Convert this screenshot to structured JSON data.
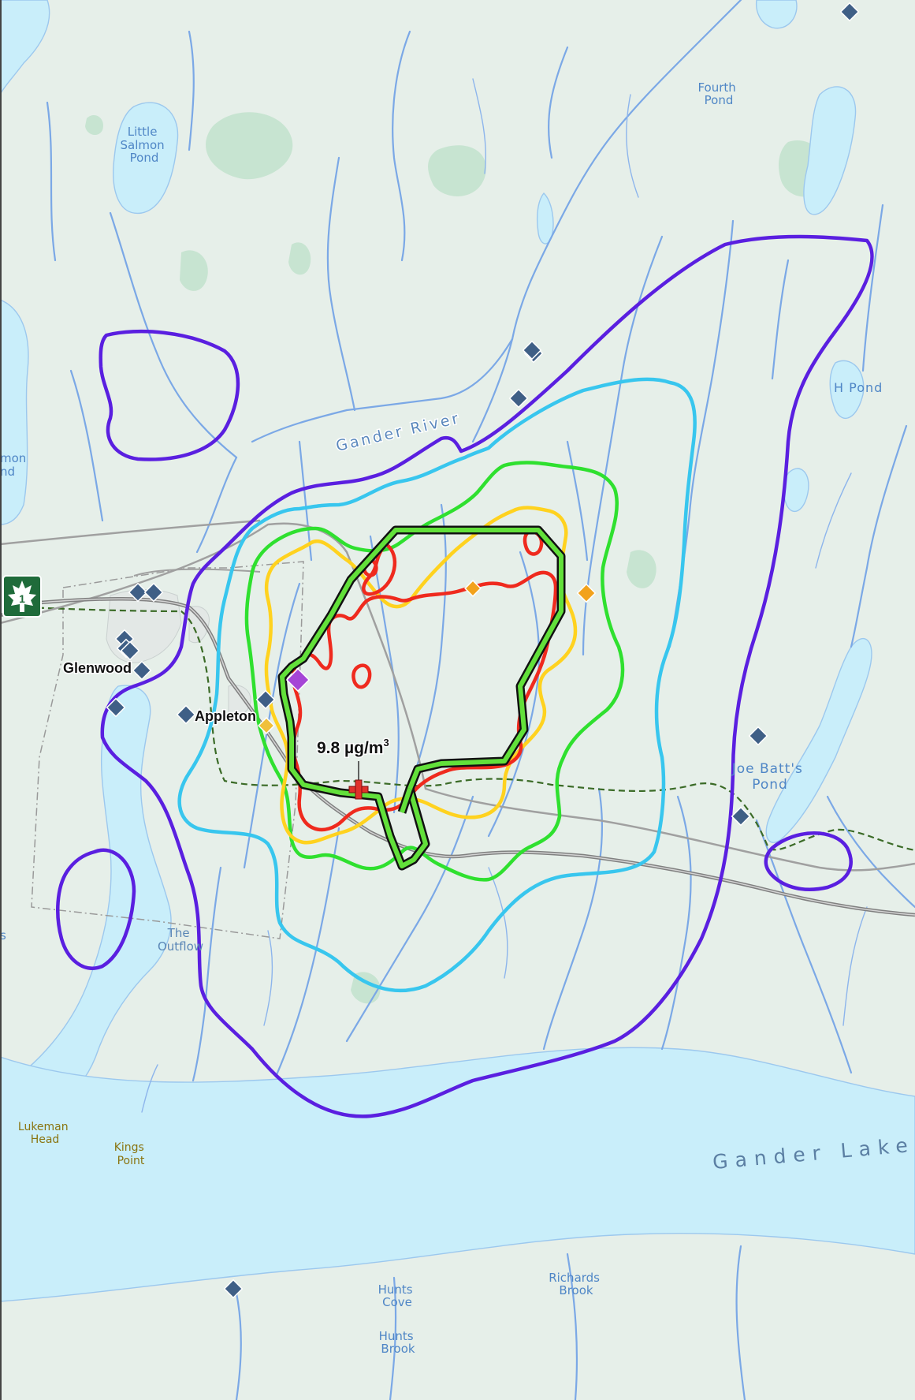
{
  "map": {
    "labels": {
      "little_salmon_pond": [
        "Little",
        "Salmon",
        "Pond"
      ],
      "fourth_pond": [
        "Fourth",
        "Pond"
      ],
      "h_pond": "H Pond",
      "gander_river": "Gander River",
      "salmon_pond_partial": [
        "mon",
        "nd"
      ],
      "glenwood": "Glenwood",
      "appleton": "Appleton",
      "joe_batts_pond": [
        "Joe Batt's",
        "Pond"
      ],
      "the_outflow": [
        "The",
        "Outflow"
      ],
      "lukeman_head": [
        "Lukeman",
        "Head"
      ],
      "kings_point": [
        "Kings",
        "Point"
      ],
      "gander_lake": "Gander Lake",
      "hunts_cove": [
        "Hunts",
        "Cove"
      ],
      "richards_brook": [
        "Richards",
        "Brook"
      ],
      "hunts_brook": [
        "Hunts",
        "Brook"
      ],
      "partial_s": "s"
    },
    "max_annotation": {
      "value": "9.8 µg/m",
      "superscript": "3",
      "marker_icon": "red-cross-icon"
    },
    "shield_icon": "maple-leaf-highway-shield-icon",
    "contour_colors": {
      "outer": "#5a1fe0",
      "second": "#38c6ee",
      "third": "#2fe02f",
      "fourth": "#ffd21f",
      "inner": "#ef2a1e",
      "boundary_fill": "#62e03a",
      "boundary_edge": "#111111"
    },
    "marker_colors": {
      "receptor": "#3f5f86",
      "orange": "#f2a21c",
      "purple": "#a545d6",
      "red": "#e0312b"
    }
  }
}
